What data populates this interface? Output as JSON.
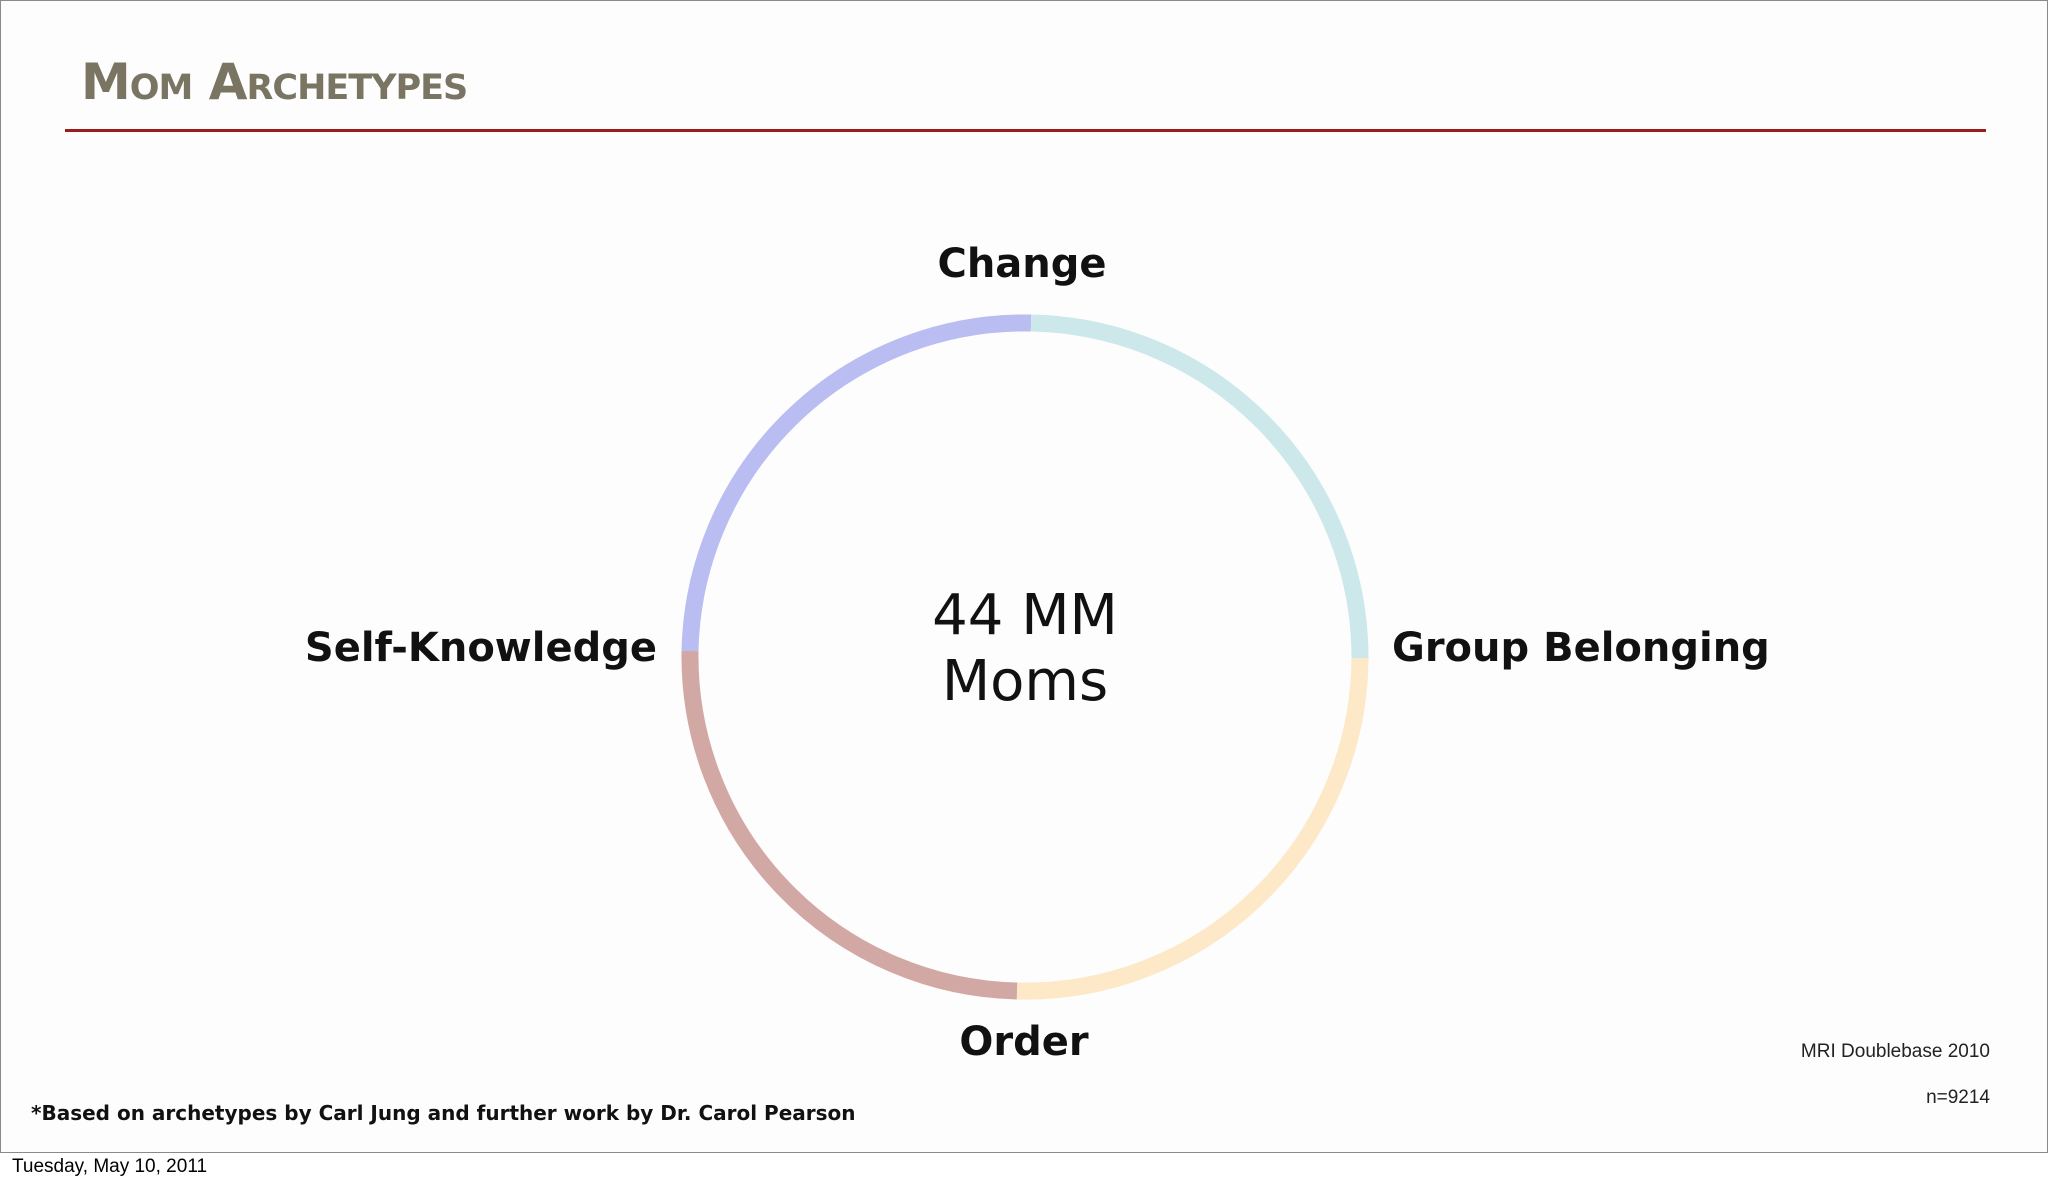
{
  "slide": {
    "title": "Mom Archetypes",
    "center_line1": "44 MM",
    "center_line2": "Moms",
    "footnote": "*Based on archetypes by Carl Jung and  further work by Dr. Carol Pearson",
    "source": "MRI Doublebase 2010",
    "sample_size": "n=9214",
    "accent_color": "#9b1c1c",
    "title_color": "#7a7462"
  },
  "archetypes": [
    {
      "label": "Change",
      "color": "#b9bdf1"
    },
    {
      "label": "Group Belonging",
      "color": "#cce8eb"
    },
    {
      "label": "Order",
      "color": "#fde8c8"
    },
    {
      "label": "Self-Knowledge",
      "color": "#d2a8a5"
    }
  ],
  "footer": {
    "date": "Tuesday, May 10, 2011"
  }
}
